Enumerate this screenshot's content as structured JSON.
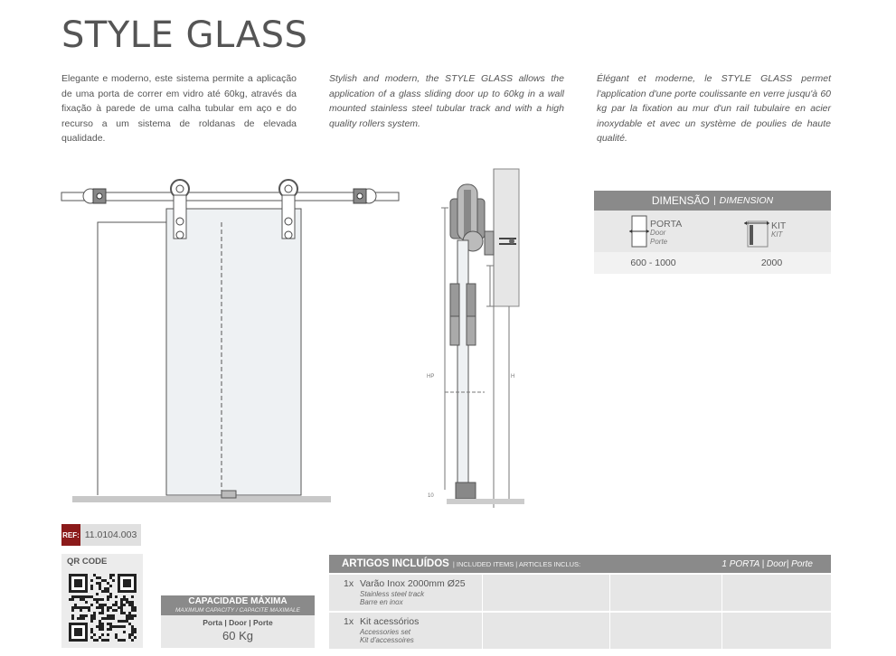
{
  "title": "STYLE GLASS",
  "descriptions": {
    "pt": "Elegante e moderno, este sistema permite a aplicação de uma porta de correr em vidro até 60kg, através da fixação à parede de uma calha tubular em aço e do recurso a um sistema de roldanas de elevada qualidade.",
    "en": "Stylish and modern, the STYLE GLASS allows the application of a glass sliding door up to 60kg in a wall mounted stainless steel tubular track and with a high quality rollers system.",
    "fr": "Élégant et moderne, le STYLE GLASS permet l'application d'une porte coulissante en verre jusqu'à 60 kg par la fixation au mur d'un rail tubulaire en acier inoxydable et avec un système de poulies de haute qualité."
  },
  "diagram": {
    "label_hp": "HP",
    "label_h": "H",
    "label_10": "10"
  },
  "dimension": {
    "title": "DIMENSÃO",
    "title_en": "DIMENSION",
    "porta_label": "PORTA",
    "porta_sub1": "Door",
    "porta_sub2": "Porte",
    "kit_label": "KIT",
    "kit_sub": "KIT",
    "porta_value": "600 - 1000",
    "kit_value": "2000"
  },
  "ref": {
    "tag": "REF:",
    "value": "11.0104.003"
  },
  "qr": {
    "label": "QR CODE"
  },
  "capacity": {
    "title": "CAPACIDADE MÁXIMA",
    "subtitle": "MAXIMUM CAPACITY / CAPACITE MAXIMALE",
    "applies": "Porta | Door | Porte",
    "value": "60 Kg"
  },
  "articles": {
    "title": "ARTIGOS INCLUÍDOS",
    "subtitle": "| INCLUDED ITEMS | ARTICLES INCLUS:",
    "column_right": "1 PORTA | Door| Porte",
    "items": [
      {
        "qty": "1x",
        "name": "Varão Inox 2000mm  Ø25",
        "sub1": "Stainless steel track",
        "sub2": "Barre en inox"
      },
      {
        "qty": "1x",
        "name": "Kit acessórios",
        "sub1": "Accessories set",
        "sub2": "Kit d'accessoires"
      }
    ]
  }
}
